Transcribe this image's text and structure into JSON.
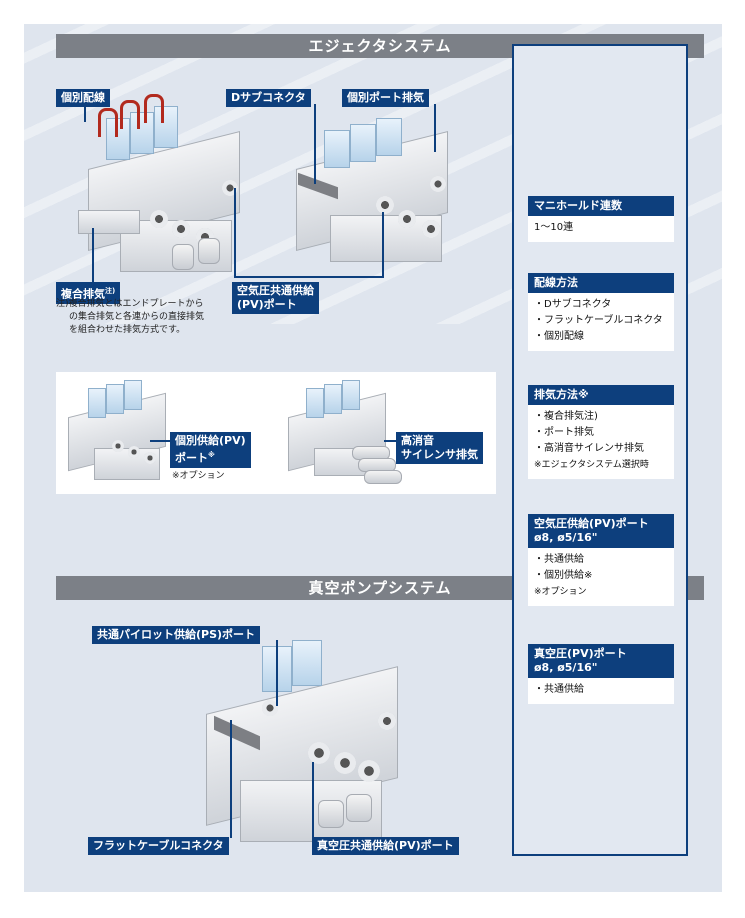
{
  "sections": {
    "ejector_title": "エジェクタシステム",
    "vacuum_title": "真空ポンプシステム"
  },
  "labels": {
    "individual_wiring": "個別配線",
    "d_sub": "Dサブコネクタ",
    "individual_port_exhaust": "個別ポート排気",
    "combined_exhaust": "複合排気",
    "combined_exhaust_mark": "注)",
    "supply_port_line1": "空気圧共通供給",
    "supply_port_line2": "(PV)ポート",
    "individual_supply_line1": "個別供給(PV)",
    "individual_supply_line2": "ポート",
    "individual_supply_mark": "※",
    "option_note": "※オプション",
    "silencer_line1": "高消音",
    "silencer_line2": "サイレンサ排気",
    "pilot_port": "共通パイロット供給(PS)ポート",
    "flat_cable": "フラットケーブルコネクタ",
    "vacuum_supply": "真空圧共通供給(PV)ポート"
  },
  "note": {
    "prefix": "注)",
    "line1": "複合排気とはエンドプレートから",
    "line2": "の集合排気と各連からの直接排気",
    "line3": "を組合わせた排気方式です。"
  },
  "specs": [
    {
      "title": "マニホールド連数",
      "items": [
        "1〜10連"
      ],
      "note": ""
    },
    {
      "title": "配線方法",
      "items": [
        "・Dサブコネクタ",
        "・フラットケーブルコネクタ",
        "・個別配線"
      ],
      "note": ""
    },
    {
      "title": "排気方法※",
      "items": [
        "・複合排気注)",
        "・ポート排気",
        "・高消音サイレンサ排気"
      ],
      "note": "※エジェクタシステム選択時"
    },
    {
      "title": "空気圧供給(PV)ポート",
      "title2": "ø8, ø5/16\"",
      "items": [
        "・共通供給",
        "・個別供給※"
      ],
      "note": "※オプション"
    },
    {
      "title": "真空圧(PV)ポート",
      "title2": "ø8, ø5/16\"",
      "items": [
        "・共通供給"
      ],
      "note": ""
    }
  ],
  "colors": {
    "navy": "#0d3f7d",
    "gray_bar": "#7c8087",
    "panel": "#dfe5ee"
  }
}
